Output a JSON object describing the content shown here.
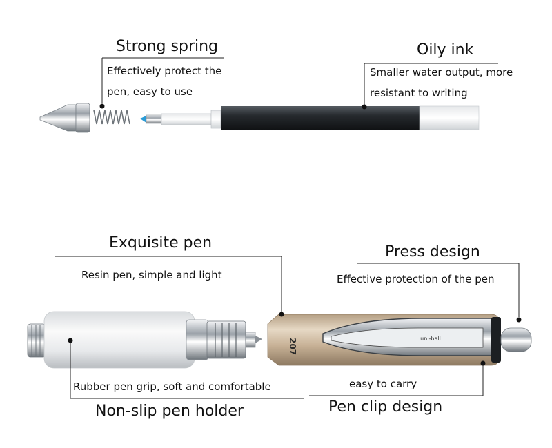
{
  "refill_section": {
    "spring": {
      "title": "Strong spring",
      "desc_line1": "Effectively protect the",
      "desc_line2": "pen, easy to use"
    },
    "ink": {
      "title": "Oily ink",
      "desc_line1": "Smaller water output, more",
      "desc_line2": "resistant to writing"
    }
  },
  "pen_section": {
    "exquisite": {
      "title": "Exquisite pen",
      "desc": "Resin pen, simple and light"
    },
    "press": {
      "title": "Press design",
      "desc": "Effective protection of the pen"
    },
    "holder": {
      "desc": "Rubber pen grip, soft and comfortable",
      "title": "Non-slip pen holder"
    },
    "clip": {
      "desc": "easy to carry",
      "title": "Pen clip design"
    },
    "barrel_print": "207",
    "brand_print": "uni-ball"
  },
  "colors": {
    "background": "#ffffff",
    "ink_tube": "#2b2f33",
    "gold_barrel": "#cdb89c",
    "chrome": "#c9ced3"
  }
}
